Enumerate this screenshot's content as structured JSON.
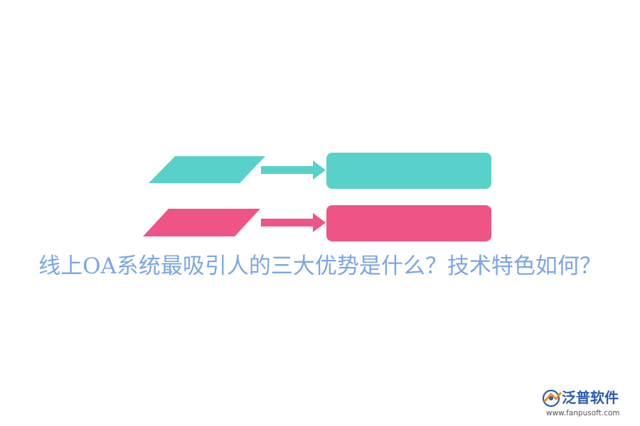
{
  "title": "线上OA系统最吸引人的三大优势是什么？技术特色如何？",
  "colors": {
    "teal": "#58d2c8",
    "pink": "#ee5486",
    "title": "#7aa6e8",
    "brand_blue": "#2a5db0",
    "brand_orange": "#f08a24"
  },
  "rows": [
    {
      "color": "teal"
    },
    {
      "color": "pink"
    }
  ],
  "brand": {
    "logo_icon": "fanpu-logo-icon",
    "name": "泛普软件",
    "url": "www.fanpusoft.com"
  }
}
